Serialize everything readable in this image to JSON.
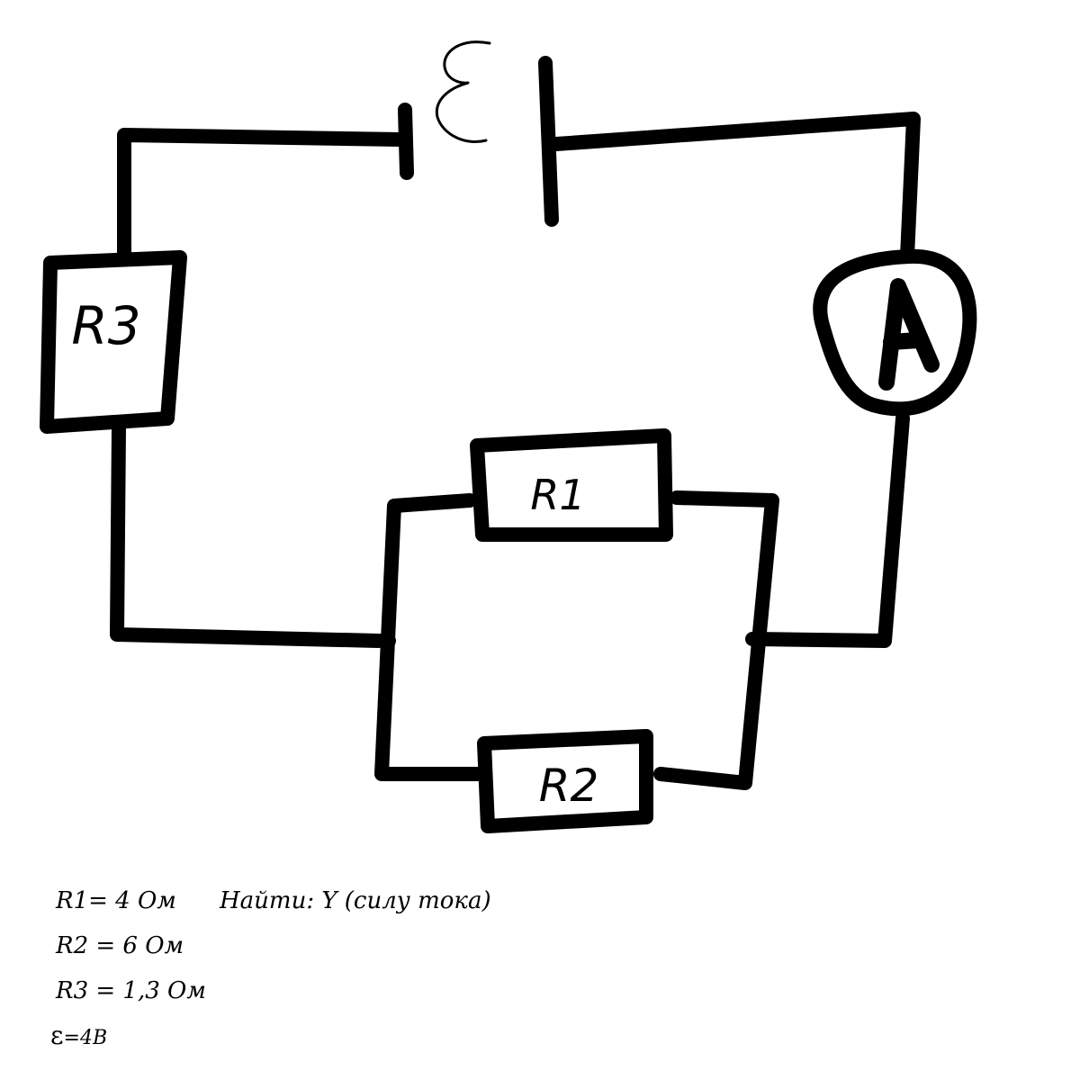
{
  "labels": {
    "r1": "R1",
    "r2": "R2",
    "r3": "R3",
    "ammeter": "A",
    "emf": "ε"
  },
  "given": {
    "r1": "R1= 4 Ом",
    "r2": "R2 = 6 Ом",
    "r3": "R3 = 1,3 Ом",
    "emf_symbol": "ε",
    "emf_value": "=4В"
  },
  "find": "Найти:  Y (силу тока)"
}
